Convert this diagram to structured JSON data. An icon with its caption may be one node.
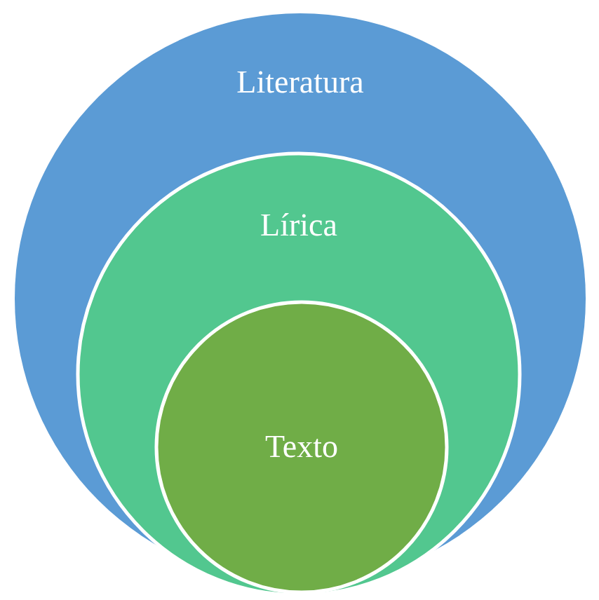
{
  "diagram": {
    "nodes": [
      {
        "text": [
          "Literatura"
        ]
      },
      {
        "text": [
          "Lírica"
        ],
        "in": 0
      },
      {
        "text": [
          "Texto"
        ],
        "in": 1
      }
    ]
  }
}
